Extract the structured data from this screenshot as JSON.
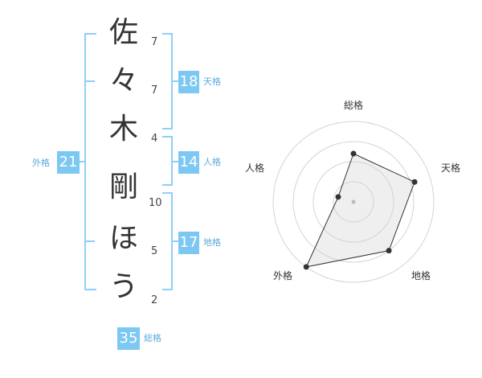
{
  "name": {
    "characters": [
      {
        "char": "佐",
        "strokes": "7"
      },
      {
        "char": "々",
        "strokes": "7"
      },
      {
        "char": "木",
        "strokes": "4"
      },
      {
        "char": "剛",
        "strokes": "10"
      },
      {
        "char": "ほ",
        "strokes": "5"
      },
      {
        "char": "う",
        "strokes": "2"
      }
    ]
  },
  "fortunes": {
    "tenkaku": {
      "value": "18",
      "label": "天格"
    },
    "jinkaku": {
      "value": "14",
      "label": "人格"
    },
    "chikaku": {
      "value": "17",
      "label": "地格"
    },
    "gaikaku": {
      "value": "21",
      "label": "外格"
    },
    "soukaku": {
      "value": "35",
      "label": "総格"
    }
  },
  "colors": {
    "accent": "#7cc8f3",
    "accent_text": "#5aa9dc",
    "bracket": "#8fd0f5",
    "text": "#333333"
  },
  "chart_data": {
    "type": "radar",
    "axes": [
      "総格",
      "天格",
      "地格",
      "外格",
      "人格"
    ],
    "values": [
      0.6,
      0.8,
      0.75,
      1.0,
      0.2
    ],
    "max": 1.0,
    "rings": 4
  }
}
